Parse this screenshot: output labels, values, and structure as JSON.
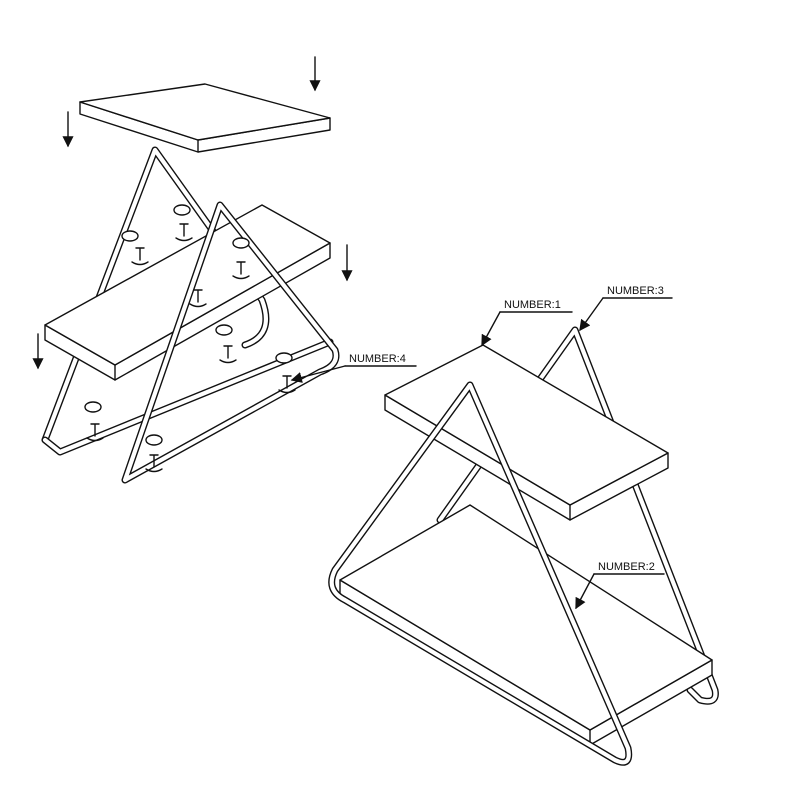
{
  "labels": {
    "part1": "NUMBER:1",
    "part2": "NUMBER:2",
    "part3": "NUMBER:3",
    "part4": "NUMBER:4"
  },
  "colors": {
    "line": "#111111",
    "background": "#ffffff"
  }
}
